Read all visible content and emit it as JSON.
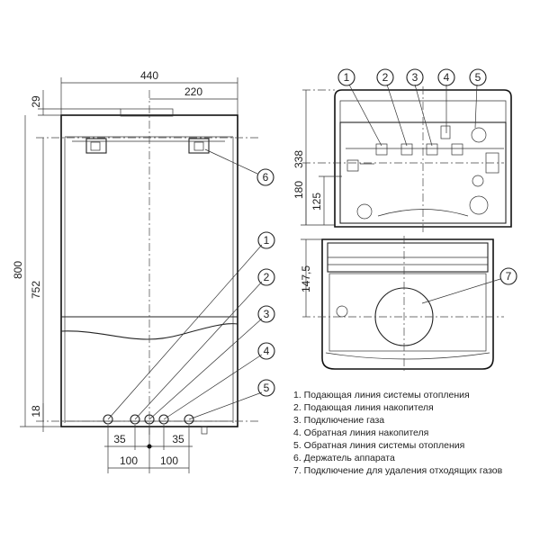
{
  "front_view": {
    "dimensions": {
      "width_total": "440",
      "width_half": "220",
      "top_offset": "29",
      "height_total": "800",
      "height_inner": "752",
      "bottom_offset": "18",
      "pipe_spacing_left": "35",
      "pipe_spacing_right": "35",
      "pipe_offset_left": "100",
      "pipe_offset_right": "100"
    },
    "callouts": [
      "1",
      "2",
      "3",
      "4",
      "5",
      "6"
    ]
  },
  "top_view": {
    "dimensions": {
      "height_338": "338",
      "height_180": "180",
      "height_125": "125"
    },
    "callouts": [
      "1",
      "2",
      "3",
      "4",
      "5"
    ]
  },
  "bottom_view": {
    "dimensions": {
      "depth_147": "147,5"
    },
    "callouts": [
      "7"
    ]
  },
  "legend": [
    "1. Подающая линия системы отопления",
    "2. Подающая линия накопителя",
    "3. Подключение газа",
    "4. Обратная линия накопителя",
    "5. Обратная линия системы отопления",
    "6. Держатель аппарата",
    "7. Подключение для удаления отходящих газов"
  ]
}
